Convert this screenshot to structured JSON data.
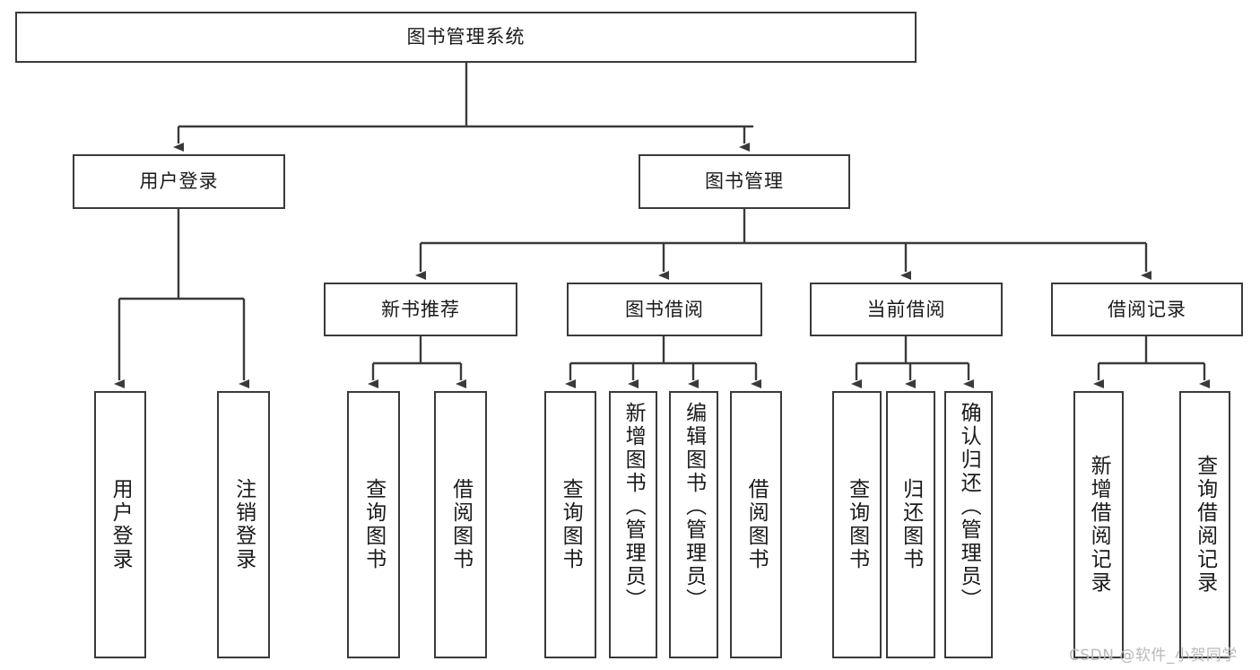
{
  "diagram": {
    "title_node": {
      "label": "图书管理系统"
    },
    "level2": [
      {
        "label": "用户登录"
      },
      {
        "label": "图书管理"
      }
    ],
    "level3": [
      {
        "label": "新书推荐"
      },
      {
        "label": "图书借阅"
      },
      {
        "label": "当前借阅"
      },
      {
        "label": "借阅记录"
      }
    ],
    "leaves": {
      "user_login": [
        {
          "label": "用户登录"
        },
        {
          "label": "注销登录"
        }
      ],
      "new_book": [
        {
          "label": "查询图书"
        },
        {
          "label": "借阅图书"
        }
      ],
      "book_borrow": [
        {
          "label": "查询图书"
        },
        {
          "label": "新增图书（管理员）"
        },
        {
          "label": "编辑图书（管理员）"
        },
        {
          "label": "借阅图书"
        }
      ],
      "current_borrow": [
        {
          "label": "查询图书"
        },
        {
          "label": "归还图书"
        },
        {
          "label": "确认归还（管理员）"
        }
      ],
      "borrow_record": [
        {
          "label": "新增借阅记录"
        },
        {
          "label": "查询借阅记录"
        }
      ]
    }
  },
  "watermark": {
    "text": "CSDN @软件_小贺同学"
  },
  "colors": {
    "border": "#3a3a3a",
    "text": "#1a1a1a",
    "background": "#ffffff",
    "watermark": "#b9b9b9"
  }
}
